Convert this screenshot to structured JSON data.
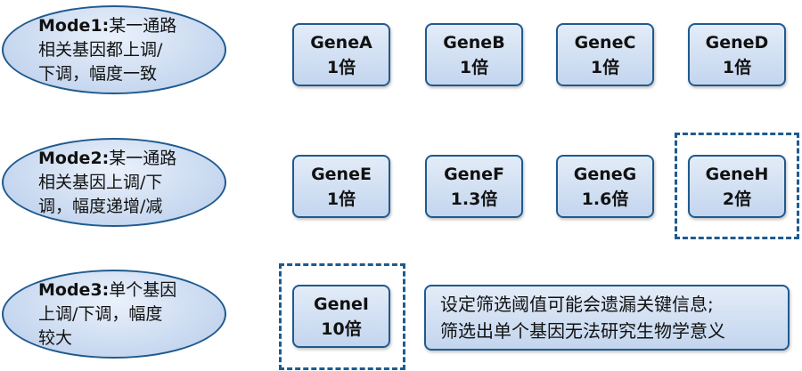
{
  "modes": [
    {
      "name": "Mode1:",
      "lines": [
        "某一通路",
        "相关基因都上调/",
        "下调，幅度一致"
      ]
    },
    {
      "name": "Mode2:",
      "lines": [
        "某一通路",
        "相关基因上调/下",
        "调，幅度递增/减"
      ]
    },
    {
      "name": "Mode3:",
      "lines": [
        "单个基因",
        "上调/下调，幅度",
        "较大"
      ]
    }
  ],
  "genes": [
    {
      "name": "GeneA",
      "fold": "1倍"
    },
    {
      "name": "GeneB",
      "fold": "1倍"
    },
    {
      "name": "GeneC",
      "fold": "1倍"
    },
    {
      "name": "GeneD",
      "fold": "1倍"
    },
    {
      "name": "GeneE",
      "fold": "1倍"
    },
    {
      "name": "GeneF",
      "fold": "1.3倍"
    },
    {
      "name": "GeneG",
      "fold": "1.6倍"
    },
    {
      "name": "GeneH",
      "fold": "2倍"
    },
    {
      "name": "GeneI",
      "fold": "10倍"
    }
  ],
  "note": {
    "line1": "设定筛选阈值可能会遗漏关键信息;",
    "line2": "筛选出单个基因无法研究生物学意义"
  },
  "colors": {
    "border": "#1f5a8f",
    "fill": "#c6d7ef"
  }
}
